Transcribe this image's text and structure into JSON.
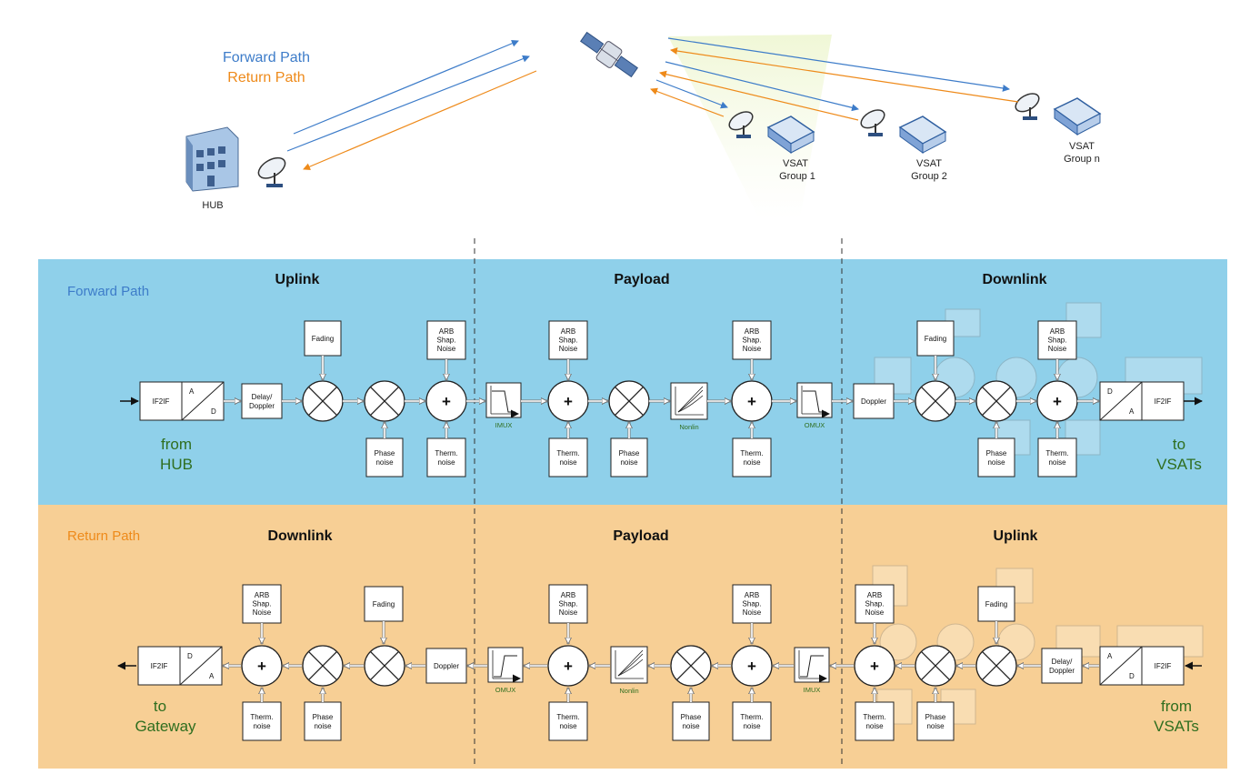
{
  "legend": {
    "forward": "Forward Path",
    "return": "Return Path"
  },
  "top": {
    "hub": "HUB",
    "groups": [
      {
        "line1": "VSAT",
        "line2": "Group 1"
      },
      {
        "line1": "VSAT",
        "line2": "Group 2"
      },
      {
        "line1": "VSAT",
        "line2": "Group n"
      }
    ]
  },
  "forward": {
    "label": "Forward Path",
    "sections": [
      "Uplink",
      "Payload",
      "Downlink"
    ],
    "from": [
      "from",
      "HUB"
    ],
    "to": [
      "to",
      "VSATs"
    ]
  },
  "ret": {
    "label": "Return Path",
    "sections": [
      "Downlink",
      "Payload",
      "Uplink"
    ],
    "to": [
      "to",
      "Gateway"
    ],
    "from": [
      "from",
      "VSATs"
    ]
  },
  "blocks": {
    "if2if": "IF2IF",
    "adc_a": "A",
    "adc_d": "D",
    "delay1": "Delay/",
    "delay2": "Doppler",
    "doppler": "Doppler",
    "fading": "Fading",
    "arb1": "ARB",
    "arb2": "Shap.",
    "arb3": "Noise",
    "therm1": "Therm.",
    "therm2": "noise",
    "phase1": "Phase",
    "phase2": "noise",
    "imux": "IMUX",
    "omux": "OMUX",
    "nonlin": "Nonlin"
  },
  "colors": {
    "forward_text": "#3d7cc9",
    "return_text": "#ee8a1a",
    "forward_band": "#8fd0ea",
    "return_band": "#f7cf95",
    "green_label": "#2f6e1f"
  }
}
